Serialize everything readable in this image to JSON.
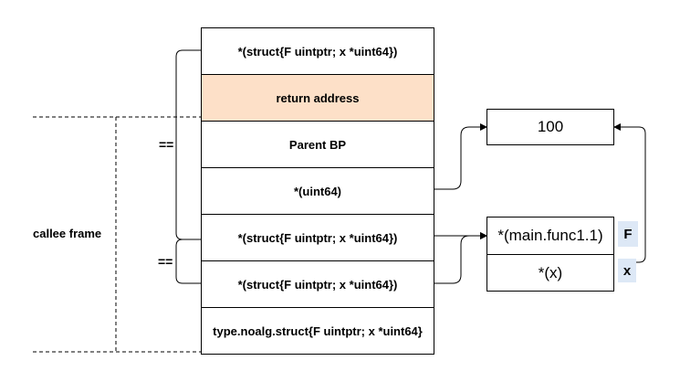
{
  "stack_cells": [
    "*(struct{F uintptr; x *uint64})",
    "return address",
    "Parent BP",
    "*(uint64)",
    "*(struct{F uintptr; x *uint64})",
    "*(struct{F uintptr; x *uint64})",
    "type.noalg.struct{F uintptr; x *uint64}"
  ],
  "value_box": {
    "label": "100"
  },
  "closure": {
    "fields": [
      "*(main.func1.1)",
      "*(x)"
    ],
    "tags": [
      "F",
      "x"
    ]
  },
  "callee_frame_label": "callee frame",
  "equals_labels": [
    "==",
    "=="
  ],
  "colors": {
    "return_address_fill": "#fde0c8",
    "field_tag_fill": "#dde8f6"
  }
}
